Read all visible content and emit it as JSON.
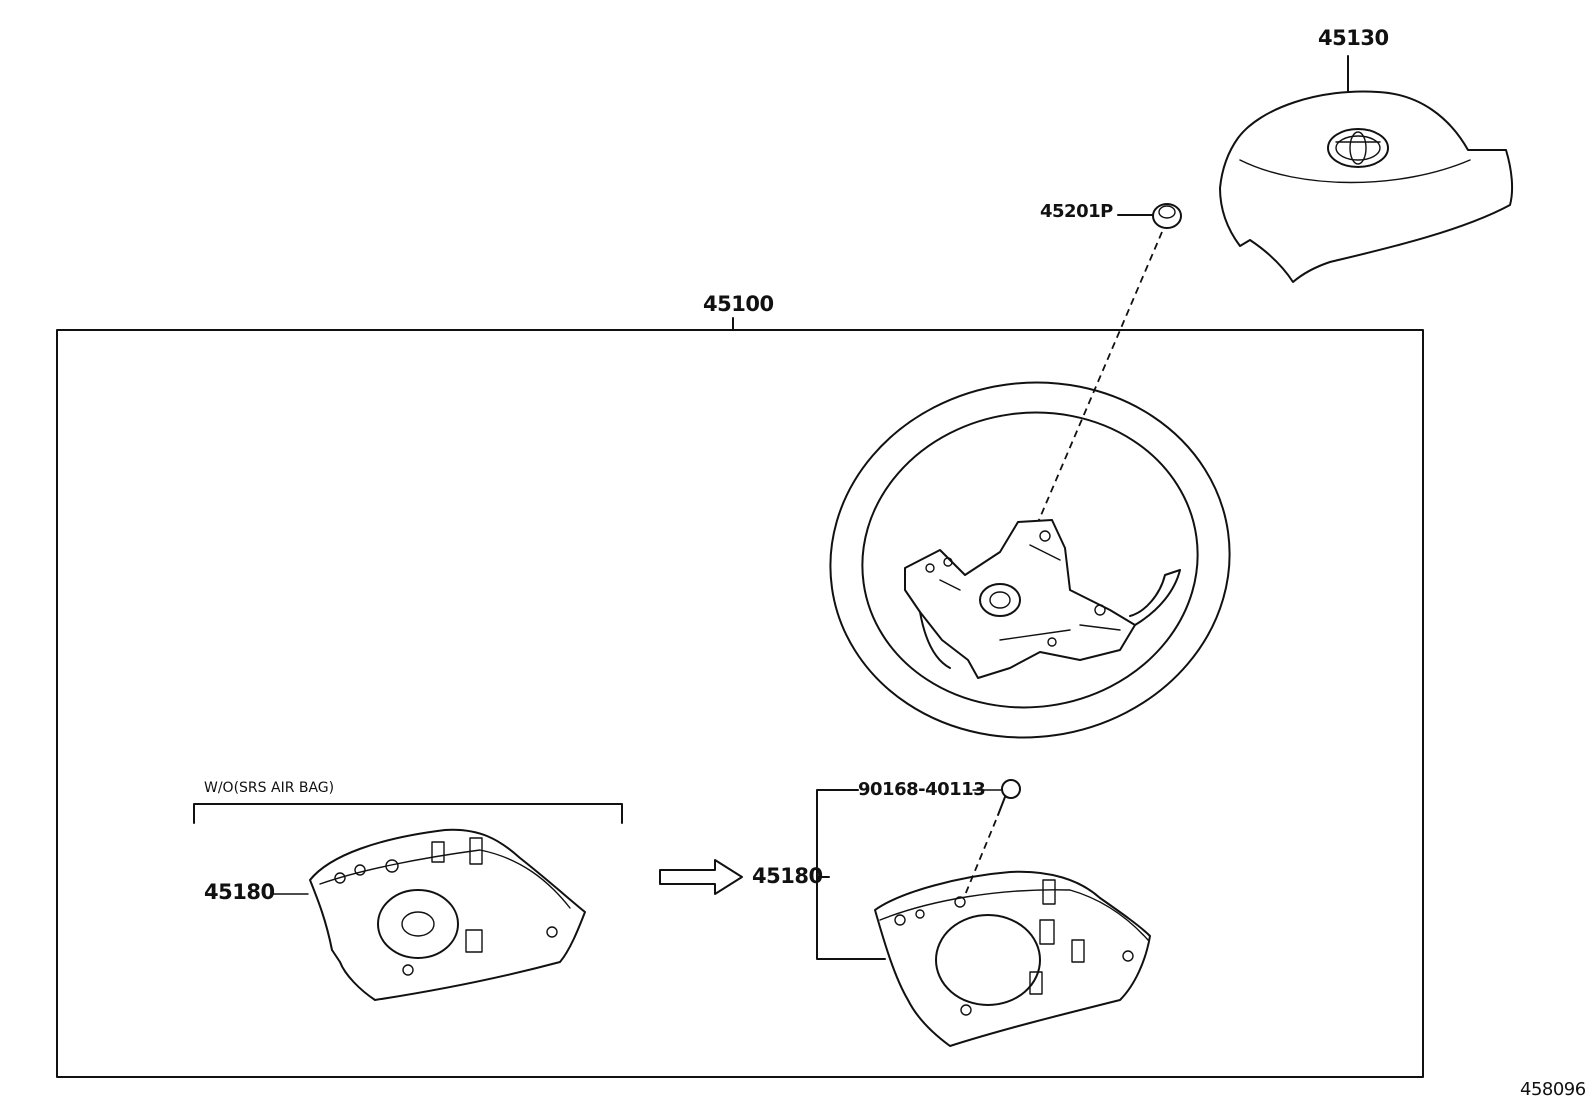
{
  "diagram": {
    "callouts": {
      "cover_pad": "45130",
      "plug_clip": "45201P",
      "wheel_assy": "45100",
      "lower_cover_left": "45180",
      "lower_cover_right": "45180",
      "screw": "90168-40113"
    },
    "condition_note": "W/O(SRS AIR BAG)",
    "figure_id": "458096"
  }
}
